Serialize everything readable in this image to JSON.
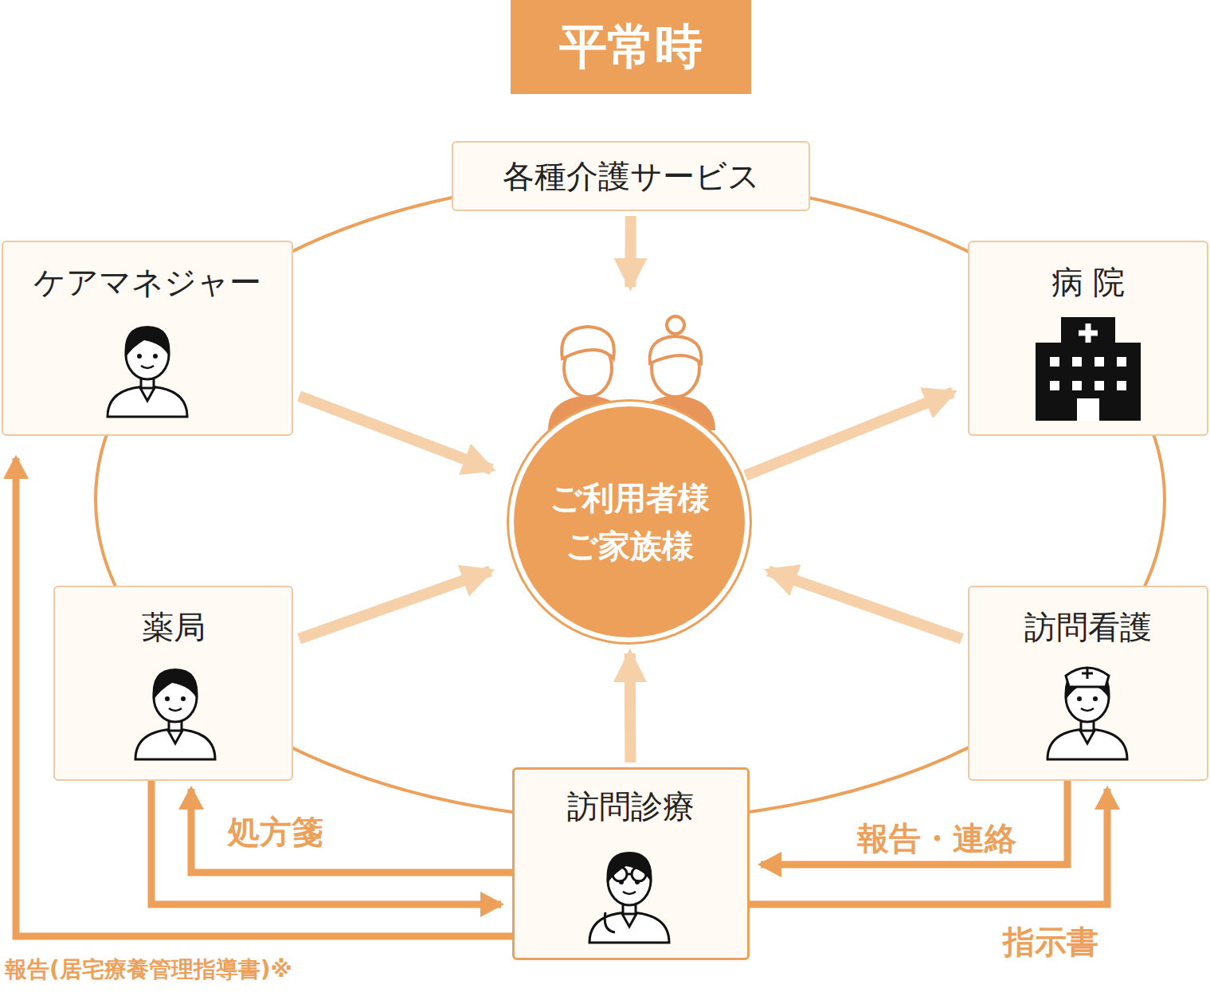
{
  "diagram": {
    "title": "平常時",
    "nodes": [
      {
        "text": [
          "各種介護サービス"
        ]
      },
      {
        "text": [
          "ケアマネジャー"
        ]
      },
      {
        "text": [
          "病 院"
        ]
      },
      {
        "text": [
          "ご利用者様 ご家族様"
        ]
      },
      {
        "text": [
          "薬局"
        ]
      },
      {
        "text": [
          "訪問看護"
        ]
      },
      {
        "text": [
          "訪問診療"
        ]
      }
    ],
    "edges": [
      {
        "from": 0,
        "to": 3,
        "arrow": "to"
      },
      {
        "from": 1,
        "to": 3,
        "arrow": "to"
      },
      {
        "from": 3,
        "to": 2,
        "arrow": "to"
      },
      {
        "from": 4,
        "to": 3,
        "arrow": "to"
      },
      {
        "from": 5,
        "to": 3,
        "arrow": "to"
      },
      {
        "from": 6,
        "to": 3,
        "arrow": "to"
      },
      {
        "from": 6,
        "to": 4,
        "label": "処方箋",
        "arrow": "to"
      },
      {
        "from": 4,
        "to": 6,
        "arrow": "to"
      },
      {
        "from": 6,
        "to": 1,
        "label": "報告(居宅療養管理指導書)※",
        "arrow": "to"
      },
      {
        "from": 5,
        "to": 6,
        "label": "報告・連絡",
        "arrow": "to"
      },
      {
        "from": 6,
        "to": 5,
        "label": "指示書",
        "arrow": "to"
      }
    ]
  }
}
